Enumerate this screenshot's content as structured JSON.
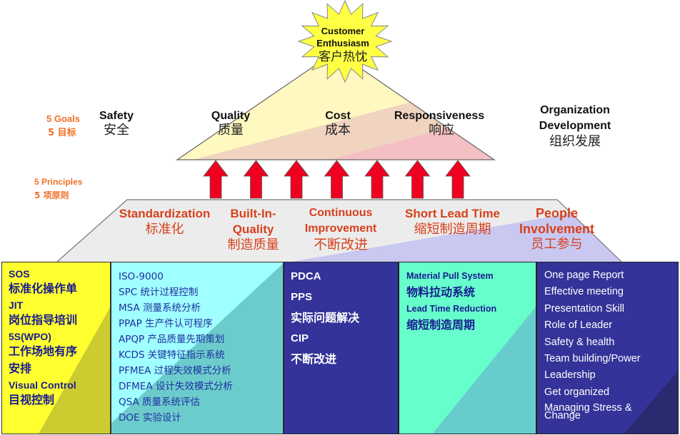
{
  "apex": {
    "title_line1": "Customer",
    "title_line2": "Enthusiasm",
    "title_cn": "客户热忱"
  },
  "left_labels": {
    "goals_en": "5 Goals",
    "goals_cn": "5 目标",
    "principles_en": "5 Principles",
    "principles_cn": "5 项原则"
  },
  "goals": [
    {
      "en": "Safety",
      "cn": "安全"
    },
    {
      "en": "Quality",
      "cn": "质量"
    },
    {
      "en": "Cost",
      "cn": "成本"
    },
    {
      "en": "Responsiveness",
      "cn": "响应"
    },
    {
      "en_line1": "Organization",
      "en_line2": "Development",
      "cn": "组织发展"
    }
  ],
  "arrows": {
    "count": 7,
    "color": "#f00020"
  },
  "principles": [
    {
      "en_line1": "Standardization",
      "en_line2": "",
      "cn": "标准化"
    },
    {
      "en_line1": "Built-In-",
      "en_line2": "Quality",
      "cn": "制造质量"
    },
    {
      "en_line1": "Continuous",
      "en_line2": "Improvement",
      "cn": "不断改进"
    },
    {
      "en_line1": "Short Lead Time",
      "en_line2": "",
      "cn": "缩短制造周期"
    },
    {
      "en_line1": "People",
      "en_line2": "Involvement",
      "cn": "员工参与"
    }
  ],
  "columns": [
    {
      "items": [
        "SOS",
        "标准化操作单",
        "JIT",
        "岗位指导培训",
        "5S(WPO)",
        "工作场地有序",
        "安排",
        "Visual Control",
        "目视控制"
      ]
    },
    {
      "items": [
        "ISO-9000",
        "SPC 统计过程控制",
        "MSA 测量系统分析",
        "PPAP 生产件认可程序",
        "APQP 产品质量先期策划",
        "KCDS 关键特征指示系统",
        "PFMEA 过程失效模式分析",
        "DFMEA 设计失效模式分析",
        "QSA 质量系统评估",
        "DOE 实验设计"
      ]
    },
    {
      "items": [
        "PDCA",
        "PPS",
        "实际问题解决",
        "CIP",
        "不断改进"
      ]
    },
    {
      "items": [
        "Material Pull  System",
        "物料拉动系统",
        "Lead Time Reduction",
        "缩短制造周期"
      ]
    },
    {
      "items": [
        "One page Report",
        "Effective meeting",
        "Presentation Skill",
        "Role of Leader",
        "Safety & health",
        "Team building/Power",
        "Leadership",
        "Get organized",
        "Managing Stress &",
        "Change"
      ]
    }
  ],
  "colors": {
    "star_fill": "#ffff44",
    "pyramid_yellow": "#fff8c0",
    "pyramid_tan": "#f0d4c0",
    "pyramid_pink": "#f4c0c4",
    "platform_grey": "#ececec",
    "platform_blue": "#c8c8f0",
    "col1": "#ffff30",
    "col1_shade": "#cccc30",
    "col2": "#a0ffff",
    "col2_shade": "#6ccccc",
    "col3": "#333399",
    "col4": "#66ffcc",
    "col4_shade": "#66cccc",
    "col5": "#333399",
    "label_orange": "#f07028",
    "principle_red": "#d8401c",
    "dark_text": "#1a1a90"
  }
}
